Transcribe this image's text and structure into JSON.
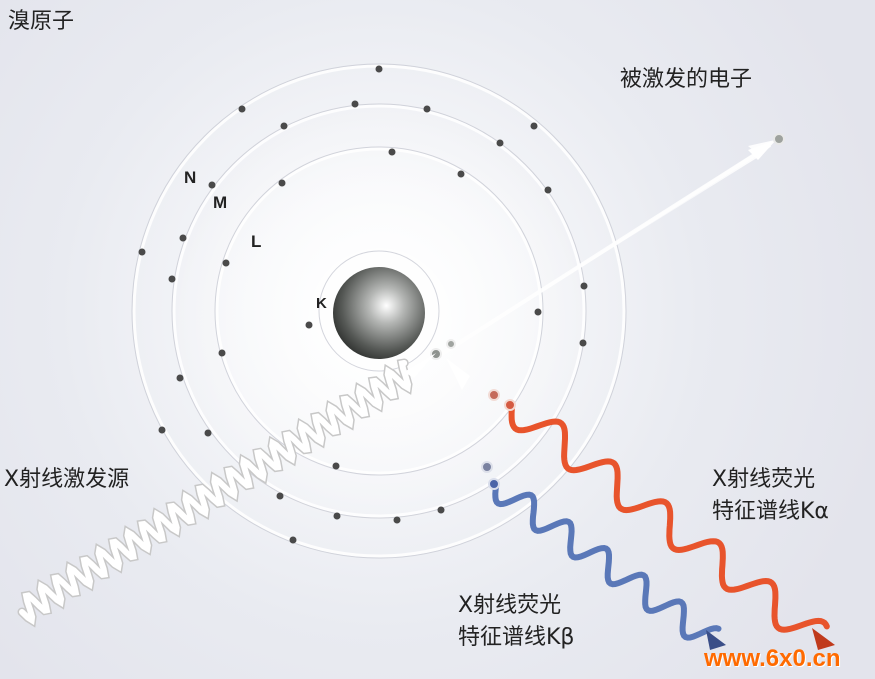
{
  "diagram": {
    "atom_label": "溴原子",
    "excited_electron_label": "被激发的电子",
    "source_label": "X射线激发源",
    "shells": {
      "k": "K",
      "l": "L",
      "m": "M",
      "n": "N"
    },
    "k_alpha": {
      "line1": "X射线荧光",
      "line2": "特征谱线Kα"
    },
    "k_beta": {
      "line1": "X射线荧光",
      "line2": "特征谱线Kβ"
    },
    "watermark": "www.6x0.cn"
  },
  "colors": {
    "k_alpha_wave": "#e8542c",
    "k_beta_wave": "#5a78b8",
    "source_wave": "#ffffff",
    "electron": "#4a4a4a",
    "watermark": "#ff6a00"
  }
}
